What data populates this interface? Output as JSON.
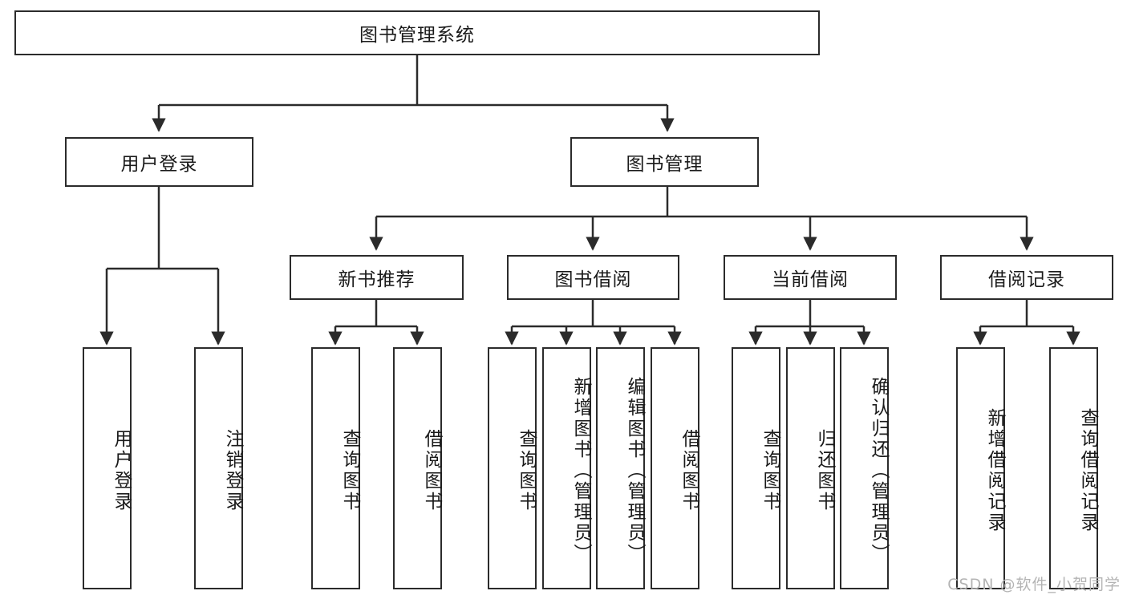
{
  "diagram": {
    "title": "图书管理系统",
    "type": "tree",
    "watermark": "CSDN @软件_小贺同学",
    "colors": {
      "stroke": "#2b2b2b",
      "fill": "#ffffff",
      "text": "#1a1a1a",
      "watermark": "#b4b4b4"
    },
    "levels": {
      "root": {
        "label": "图书管理系统"
      },
      "level2": [
        {
          "label": "用户登录"
        },
        {
          "label": "图书管理"
        }
      ],
      "level3": [
        {
          "label": "新书推荐"
        },
        {
          "label": "图书借阅"
        },
        {
          "label": "当前借阅"
        },
        {
          "label": "借阅记录"
        }
      ],
      "leaves": {
        "user_login": [
          {
            "label": "用户登录"
          },
          {
            "label": "注销登录"
          }
        ],
        "new_book_recommend": [
          {
            "label": "查询图书"
          },
          {
            "label": "借阅图书"
          }
        ],
        "book_borrow": [
          {
            "label": "查询图书"
          },
          {
            "label": "新增图书（管理员）"
          },
          {
            "label": "编辑图书（管理员）"
          },
          {
            "label": "借阅图书"
          }
        ],
        "current_borrow": [
          {
            "label": "查询图书"
          },
          {
            "label": "归还图书"
          },
          {
            "label": "确认归还（管理员）"
          }
        ],
        "borrow_record": [
          {
            "label": "新增借阅记录"
          },
          {
            "label": "查询借阅记录"
          }
        ]
      }
    }
  }
}
